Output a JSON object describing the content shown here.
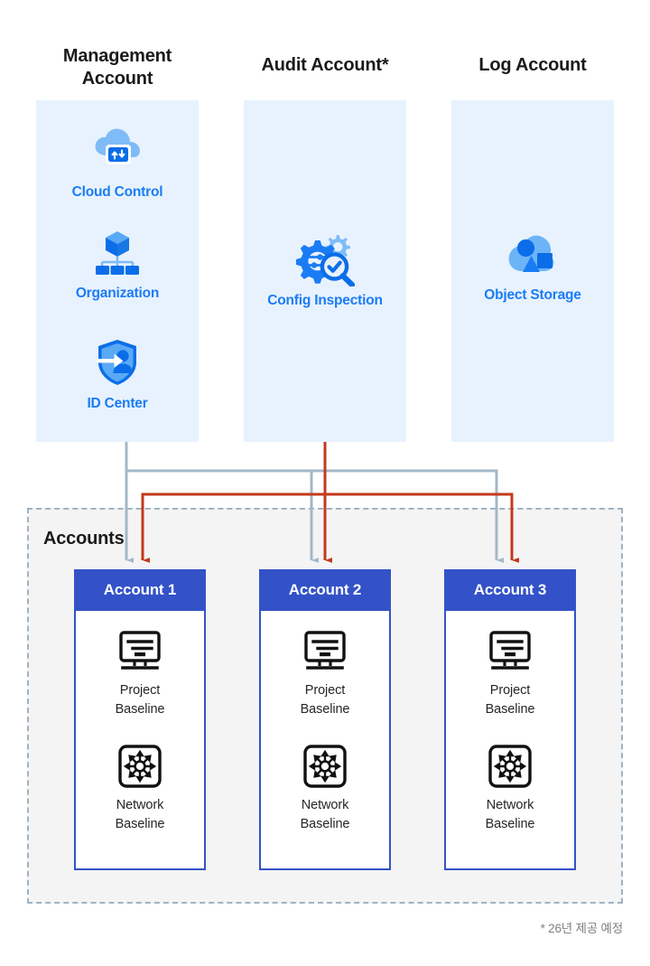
{
  "diagram": {
    "footnote": "* 26년 제공 예정",
    "accounts_group_label": "Accounts",
    "colors": {
      "panel_bg": "#e8f2fe",
      "service_label": "#1a7cf5",
      "icon_dark_blue": "#0b6ee8",
      "icon_light_blue": "#7fbcf7",
      "account_header": "#3352c8",
      "region_bg": "#f4f4f4",
      "region_border": "#9fb3c4",
      "wire_gray": "#a3b8c7",
      "wire_red": "#c33a1c",
      "footnote": "#808080",
      "title": "#1a1a1a"
    }
  },
  "columns": [
    {
      "id": "management",
      "title": "Management\nAccount",
      "title_line1": "Management",
      "title_line2": "Account",
      "services": [
        {
          "label": "Cloud Control",
          "icon": "cloud-control-icon"
        },
        {
          "label": "Organization",
          "icon": "organization-icon"
        },
        {
          "label": "ID Center",
          "icon": "id-center-icon"
        }
      ]
    },
    {
      "id": "audit",
      "title": "Audit Account*",
      "title_line1": "Audit Account*",
      "title_line2": "",
      "services": [
        {
          "label": "Config Inspection",
          "icon": "config-inspection-icon"
        }
      ]
    },
    {
      "id": "log",
      "title": "Log Account",
      "title_line1": "Log Account",
      "title_line2": "",
      "services": [
        {
          "label": "Object Storage",
          "icon": "object-storage-icon"
        }
      ]
    }
  ],
  "accounts": [
    {
      "name": "Account 1",
      "baselines": [
        {
          "label_line1": "Project",
          "label_line2": "Baseline",
          "icon": "monitor-icon"
        },
        {
          "label_line1": "Network",
          "label_line2": "Baseline",
          "icon": "network-hub-icon"
        }
      ]
    },
    {
      "name": "Account 2",
      "baselines": [
        {
          "label_line1": "Project",
          "label_line2": "Baseline",
          "icon": "monitor-icon"
        },
        {
          "label_line1": "Network",
          "label_line2": "Baseline",
          "icon": "network-hub-icon"
        }
      ]
    },
    {
      "name": "Account 3",
      "baselines": [
        {
          "label_line1": "Project",
          "label_line2": "Baseline",
          "icon": "monitor-icon"
        },
        {
          "label_line1": "Network",
          "label_line2": "Baseline",
          "icon": "network-hub-icon"
        }
      ]
    }
  ],
  "connectors": [
    {
      "from": "management",
      "to": "Account 1",
      "color": "#a3b8c7",
      "name": "mgmt-to-account-1"
    },
    {
      "from": "management",
      "to": "Account 2",
      "color": "#a3b8c7",
      "name": "mgmt-to-account-2"
    },
    {
      "from": "management",
      "to": "Account 3",
      "color": "#a3b8c7",
      "name": "mgmt-to-account-3"
    },
    {
      "from": "audit",
      "to": "Account 1",
      "color": "#c33a1c",
      "name": "audit-to-account-1"
    },
    {
      "from": "audit",
      "to": "Account 2",
      "color": "#c33a1c",
      "name": "audit-to-account-2"
    },
    {
      "from": "audit",
      "to": "Account 3",
      "color": "#c33a1c",
      "name": "audit-to-account-3"
    }
  ]
}
